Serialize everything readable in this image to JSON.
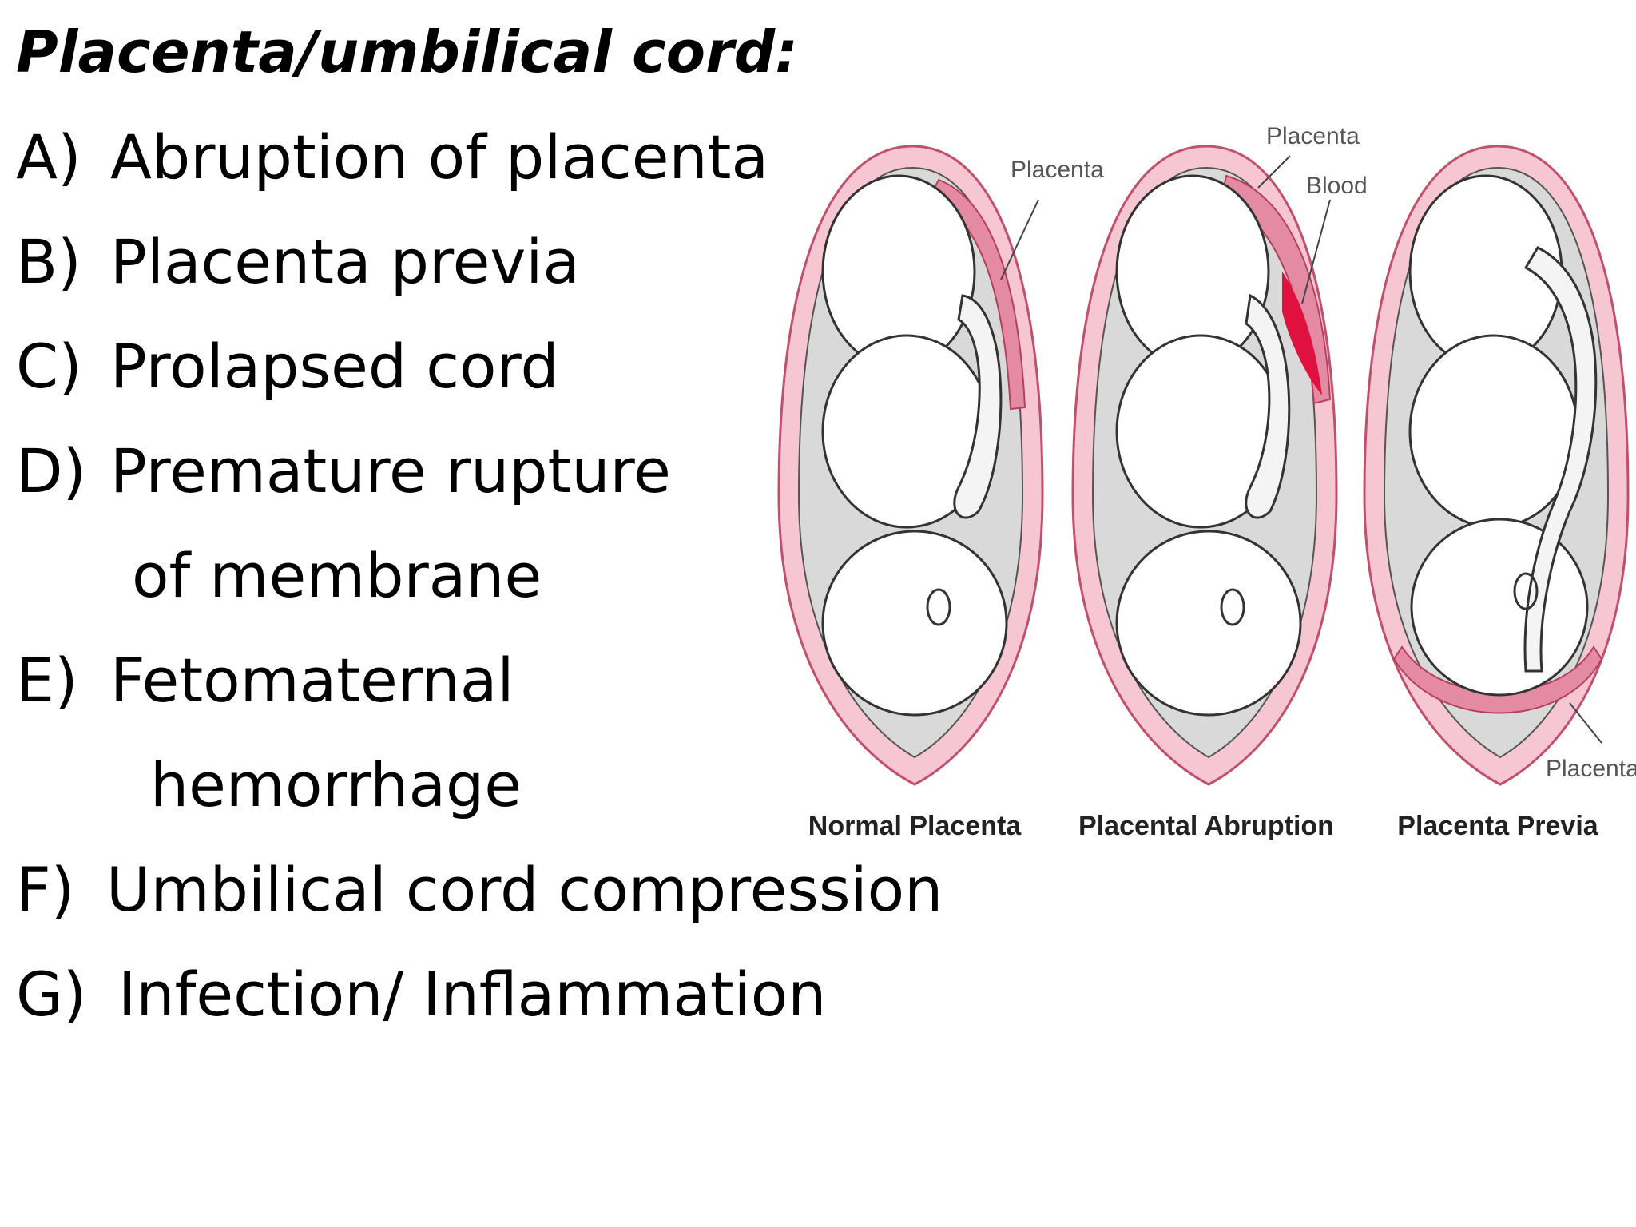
{
  "slide": {
    "title": "Placenta/umbilical cord:",
    "items": [
      {
        "letter": "A)",
        "text": "Abruption of placenta"
      },
      {
        "letter": "B)",
        "text": "Placenta previa"
      },
      {
        "letter": "C)",
        "text": "Prolapsed cord"
      },
      {
        "letter": "D)",
        "text": "Premature rupture",
        "continuation": "of membrane"
      },
      {
        "letter": "E)",
        "text": "Fetomaternal",
        "continuation": "hemorrhage"
      },
      {
        "letter": "F)",
        "text": "Umbilical cord compression"
      },
      {
        "letter": "G)",
        "text": "Infection/ Inflammation"
      }
    ]
  },
  "figure": {
    "panels": [
      {
        "caption": "Normal Placenta",
        "labels": [
          "Placenta"
        ]
      },
      {
        "caption": "Placental Abruption",
        "labels": [
          "Placenta",
          "Blood"
        ]
      },
      {
        "caption": "Placenta Previa",
        "labels": [
          "Placenta"
        ]
      }
    ],
    "colors": {
      "uterus_wall": "#f7c6d3",
      "uterus_outline": "#c0506e",
      "amniotic": "#d9d9d9",
      "placenta": "#e58aa3",
      "blood": "#e0103f"
    }
  }
}
